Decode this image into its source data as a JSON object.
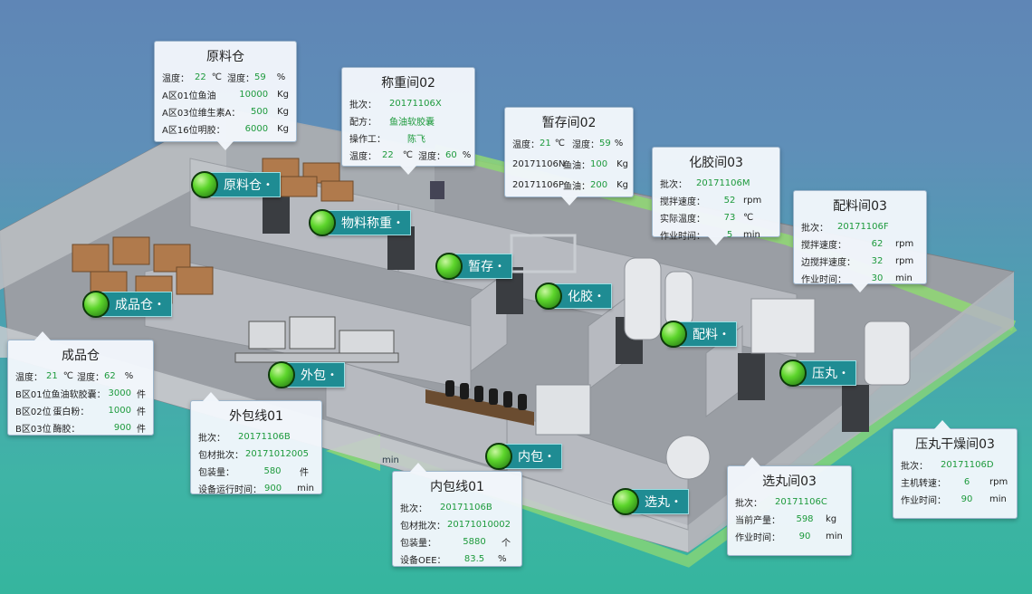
{
  "rooms": {
    "raw": "原料仓",
    "weigh": "物料称重",
    "temp": "暂存",
    "gel": "化胶",
    "mix": "配料",
    "press": "压丸",
    "finished": "成品仓",
    "outer": "外包",
    "inner": "内包",
    "select": "选丸"
  },
  "cards": {
    "raw": {
      "title": "原料仓",
      "temp_label": "温度：",
      "temp": "22",
      "temp_unit": "℃",
      "hum_label": "湿度：",
      "hum": "59",
      "hum_unit": "%",
      "rows": [
        {
          "pos": "A区01位",
          "item": "鱼油",
          "qty": "10000",
          "unit": "Kg"
        },
        {
          "pos": "A区03位",
          "item": "维生素A：",
          "qty": "500",
          "unit": "Kg"
        },
        {
          "pos": "A区16位",
          "item": "明胶：",
          "qty": "6000",
          "unit": "Kg"
        }
      ]
    },
    "weigh": {
      "title": "称重间02",
      "batch_label": "批次：",
      "batch": "20171106X",
      "recipe_label": "配方：",
      "recipe": "鱼油软胶囊",
      "operator_label": "操作工：",
      "operator": "陈飞",
      "temp_label": "温度：",
      "temp": "22",
      "temp_unit": "℃",
      "hum_label": "湿度：",
      "hum": "60",
      "hum_unit": "%"
    },
    "temp": {
      "title": "暂存间02",
      "temp_label": "温度：",
      "temp": "21",
      "temp_unit": "℃",
      "hum_label": "湿度：",
      "hum": "59",
      "hum_unit": "%",
      "rows": [
        {
          "batch": "20171106N",
          "item": "鱼油：",
          "qty": "100",
          "unit": "Kg"
        },
        {
          "batch": "20171106P",
          "item": "鱼油：",
          "qty": "200",
          "unit": "Kg"
        }
      ]
    },
    "gel": {
      "title": "化胶间03",
      "batch_label": "批次：",
      "batch": "20171106M",
      "rows": [
        {
          "label": "搅拌速度：",
          "value": "52",
          "unit": "rpm"
        },
        {
          "label": "实际温度：",
          "value": "73",
          "unit": "℃"
        },
        {
          "label": "作业时间：",
          "value": "5",
          "unit": "min"
        }
      ]
    },
    "mix": {
      "title": "配料间03",
      "batch_label": "批次：",
      "batch": "20171106F",
      "rows": [
        {
          "label": "搅拌速度：",
          "value": "62",
          "unit": "rpm"
        },
        {
          "label": "边搅拌速度：",
          "value": "32",
          "unit": "rpm"
        },
        {
          "label": "作业时间：",
          "value": "30",
          "unit": "min"
        }
      ]
    },
    "finished": {
      "title": "成品仓",
      "temp_label": "温度：",
      "temp": "21",
      "temp_unit": "℃",
      "hum_label": "湿度：",
      "hum": "62",
      "hum_unit": "%",
      "rows": [
        {
          "pos": "B区01位",
          "item": "鱼油软胶囊：",
          "qty": "3000",
          "unit": "件"
        },
        {
          "pos": "B区02位",
          "item": "蛋白粉：",
          "qty": "1000",
          "unit": "件"
        },
        {
          "pos": "B区03位",
          "item": "酶胶：",
          "qty": "900",
          "unit": "件"
        }
      ]
    },
    "outer": {
      "title": "外包线01",
      "rows": [
        {
          "label": "批次：",
          "value": "20171106B",
          "unit": ""
        },
        {
          "label": "包材批次：",
          "value": "20171012005",
          "unit": ""
        },
        {
          "label": "包装量：",
          "value": "580",
          "unit": "件"
        },
        {
          "label": "设备运行时间：",
          "value": "900",
          "unit": "min"
        }
      ]
    },
    "inner": {
      "title": "内包线01",
      "rows": [
        {
          "label": "批次：",
          "value": "20171106B",
          "unit": ""
        },
        {
          "label": "包材批次：",
          "value": "20171010002",
          "unit": ""
        },
        {
          "label": "包装量：",
          "value": "5880",
          "unit": "个"
        },
        {
          "label": "设备OEE：",
          "value": "83.5",
          "unit": "%"
        }
      ]
    },
    "select": {
      "title": "选丸间03",
      "rows": [
        {
          "label": "批次：",
          "value": "20171106C",
          "unit": ""
        },
        {
          "label": "当前产量：",
          "value": "598",
          "unit": "kg"
        },
        {
          "label": "作业时间：",
          "value": "90",
          "unit": "min"
        }
      ]
    },
    "press": {
      "title": "压丸干燥间03",
      "rows": [
        {
          "label": "批次：",
          "value": "20171106D",
          "unit": ""
        },
        {
          "label": "主机转速：",
          "value": "6",
          "unit": "rpm"
        },
        {
          "label": "作业时间：",
          "value": "90",
          "unit": "min"
        }
      ]
    }
  },
  "stray_min": "min",
  "colors": {
    "tag_bg": "#1f8c93",
    "value_green": "#1d9a3c",
    "flow_green": "#8fd873"
  }
}
